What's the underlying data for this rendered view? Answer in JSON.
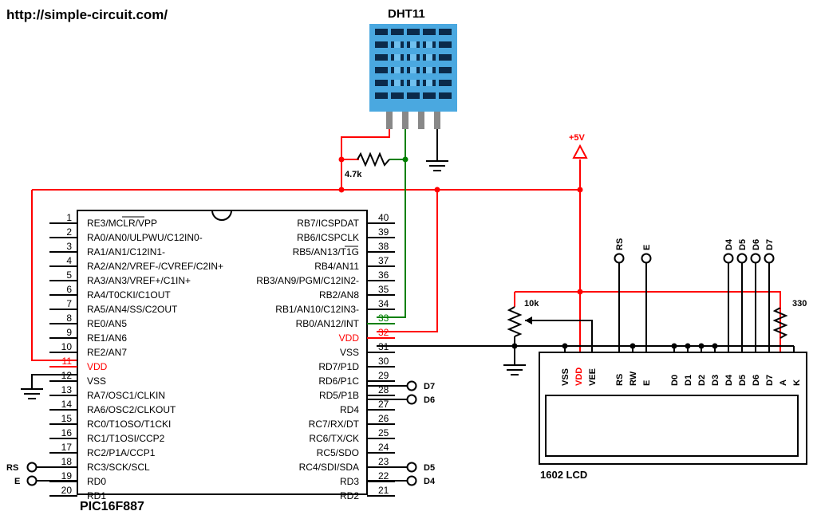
{
  "url": "http://simple-circuit.com/",
  "sensor": {
    "name": "DHT11"
  },
  "resistor_pullup": "4.7k",
  "supply": "+5V",
  "pot": "10k",
  "resistor_backlight": "330",
  "mcu": {
    "name": "PIC16F887",
    "left_pins": [
      {
        "num": "1",
        "label": "RE3/MCLR/VPP"
      },
      {
        "num": "2",
        "label": "RA0/AN0/ULPWU/C12IN0-"
      },
      {
        "num": "3",
        "label": "RA1/AN1/C12IN1-"
      },
      {
        "num": "4",
        "label": "RA2/AN2/VREF-/CVREF/C2IN+"
      },
      {
        "num": "5",
        "label": "RA3/AN3/VREF+/C1IN+"
      },
      {
        "num": "6",
        "label": "RA4/T0CKI/C1OUT"
      },
      {
        "num": "7",
        "label": "RA5/AN4/SS/C2OUT"
      },
      {
        "num": "8",
        "label": "RE0/AN5"
      },
      {
        "num": "9",
        "label": "RE1/AN6"
      },
      {
        "num": "10",
        "label": "RE2/AN7"
      },
      {
        "num": "11",
        "label": "VDD"
      },
      {
        "num": "12",
        "label": "VSS"
      },
      {
        "num": "13",
        "label": "RA7/OSC1/CLKIN"
      },
      {
        "num": "14",
        "label": "RA6/OSC2/CLKOUT"
      },
      {
        "num": "15",
        "label": "RC0/T1OSO/T1CKI"
      },
      {
        "num": "16",
        "label": "RC1/T1OSI/CCP2"
      },
      {
        "num": "17",
        "label": "RC2/P1A/CCP1"
      },
      {
        "num": "18",
        "label": "RC3/SCK/SCL"
      },
      {
        "num": "19",
        "label": "RD0"
      },
      {
        "num": "20",
        "label": "RD1"
      }
    ],
    "right_pins": [
      {
        "num": "40",
        "label": "RB7/ICSPDAT"
      },
      {
        "num": "39",
        "label": "RB6/ICSPCLK"
      },
      {
        "num": "38",
        "label": "RB5/AN13/T1G"
      },
      {
        "num": "37",
        "label": "RB4/AN11"
      },
      {
        "num": "36",
        "label": "RB3/AN9/PGM/C12IN2-"
      },
      {
        "num": "35",
        "label": "RB2/AN8"
      },
      {
        "num": "34",
        "label": "RB1/AN10/C12IN3-"
      },
      {
        "num": "33",
        "label": "RB0/AN12/INT"
      },
      {
        "num": "32",
        "label": "VDD"
      },
      {
        "num": "31",
        "label": "VSS"
      },
      {
        "num": "30",
        "label": "RD7/P1D"
      },
      {
        "num": "29",
        "label": "RD6/P1C"
      },
      {
        "num": "28",
        "label": "RD5/P1B"
      },
      {
        "num": "27",
        "label": "RD4"
      },
      {
        "num": "26",
        "label": "RC7/RX/DT"
      },
      {
        "num": "25",
        "label": "RC6/TX/CK"
      },
      {
        "num": "24",
        "label": "RC5/SDO"
      },
      {
        "num": "23",
        "label": "RC4/SDI/SDA"
      },
      {
        "num": "22",
        "label": "RD3"
      },
      {
        "num": "21",
        "label": "RD2"
      }
    ]
  },
  "net_labels": {
    "rs_left": "RS",
    "e_left": "E",
    "d7_right": "D7",
    "d6_right": "D6",
    "d5_right": "D5",
    "d4_right": "D4",
    "rs_top": "RS",
    "e_top": "E",
    "d4_top": "D4",
    "d5_top": "D5",
    "d6_top": "D6",
    "d7_top": "D7"
  },
  "lcd": {
    "name": "1602 LCD",
    "pins": [
      "VSS",
      "VDD",
      "VEE",
      "RS",
      "RW",
      "E",
      "D0",
      "D1",
      "D2",
      "D3",
      "D4",
      "D5",
      "D6",
      "D7",
      "A",
      "K"
    ]
  },
  "colors": {
    "power": "#ff0000",
    "data": "#008000",
    "wire": "#000000",
    "sensor_body": "#4aa8e0"
  }
}
